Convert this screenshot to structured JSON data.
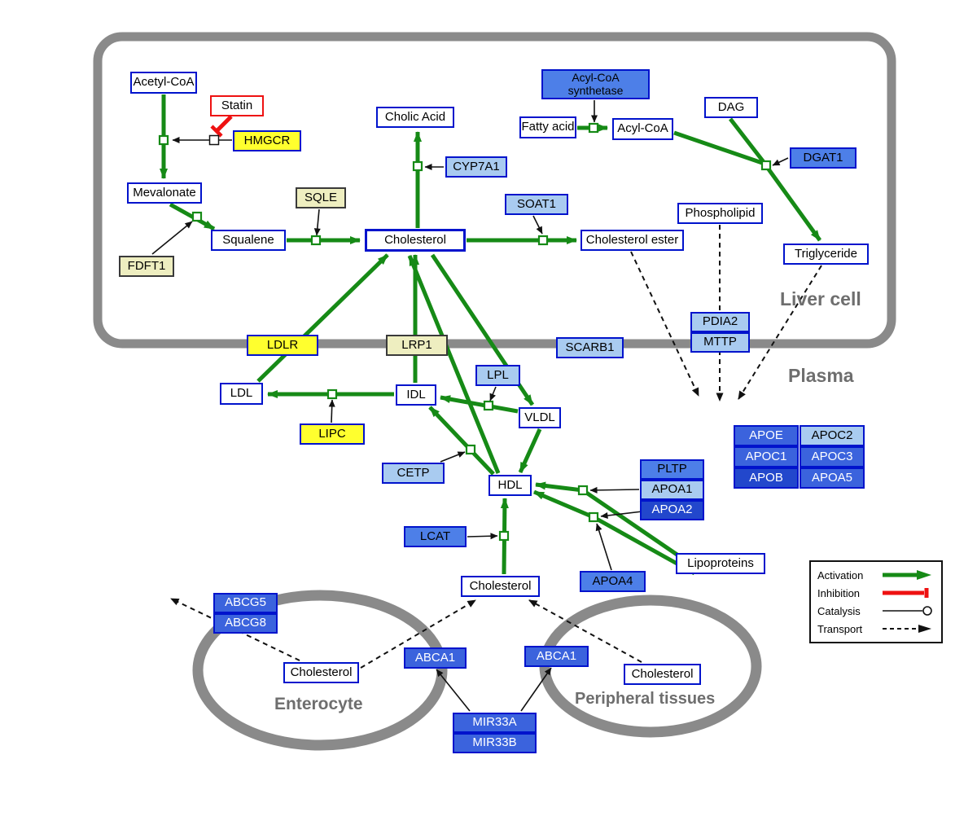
{
  "regions": {
    "liver": "Liver cell",
    "plasma": "Plasma",
    "enterocyte": "Enterocyte",
    "peripheral": "Peripheral tissues"
  },
  "legend": {
    "activation": "Activation",
    "inhibition": "Inhibition",
    "catalysis": "Catalysis",
    "transport": "Transport"
  },
  "colors": {
    "activation_green": "#168a16",
    "inhibition_red": "#ee1111",
    "metabolite_border_blue": "#0013cc",
    "gene_yellow": "#ffff2e",
    "gene_pale_yellow": "#eeeec0",
    "gene_light_blue": "#a9cbf0",
    "gene_blue": "#4d7fe8",
    "gene_strong_blue": "#3b63dd",
    "gene_dark_blue": "#2247cc",
    "membrane_gray": "#8a8a8a"
  },
  "nodes": {
    "acetyl_coa": "Acetyl-CoA",
    "statin": "Statin",
    "hmgcr": "HMGCR",
    "mevalonate": "Mevalonate",
    "sqle": "SQLE",
    "fdft1": "FDFT1",
    "squalene": "Squalene",
    "cholesterol_liver": "Cholesterol",
    "cholic_acid": "Cholic Acid",
    "cyp7a1": "CYP7A1",
    "soat1": "SOAT1",
    "cholesterol_ester": "Cholesterol ester",
    "acyl_coa_synthetase": "Acyl-CoA synthetase",
    "fatty_acid": "Fatty acid",
    "acyl_coa": "Acyl-CoA",
    "dag": "DAG",
    "dgat1": "DGAT1",
    "phospholipid": "Phospholipid",
    "triglyceride": "Triglyceride",
    "ldlr": "LDLR",
    "lrp1": "LRP1",
    "scarb1": "SCARB1",
    "pdia2": "PDIA2",
    "mttp": "MTTP",
    "ldl": "LDL",
    "idl": "IDL",
    "lpl": "LPL",
    "vldl": "VLDL",
    "lipc": "LIPC",
    "cetp": "CETP",
    "hdl": "HDL",
    "pltp": "PLTP",
    "apoa1": "APOA1",
    "apoa2": "APOA2",
    "apoe": "APOE",
    "apoc2": "APOC2",
    "apoc1": "APOC1",
    "apoc3": "APOC3",
    "apob": "APOB",
    "apoa5": "APOA5",
    "lcat": "LCAT",
    "apoa4": "APOA4",
    "lipoproteins": "Lipoproteins",
    "cholesterol_plasma": "Cholesterol",
    "abcg5": "ABCG5",
    "abcg8": "ABCG8",
    "cholesterol_enterocyte": "Cholesterol",
    "abca1_enterocyte": "ABCA1",
    "abca1_peripheral": "ABCA1",
    "cholesterol_peripheral": "Cholesterol",
    "mir33a": "MIR33A",
    "mir33b": "MIR33B"
  }
}
